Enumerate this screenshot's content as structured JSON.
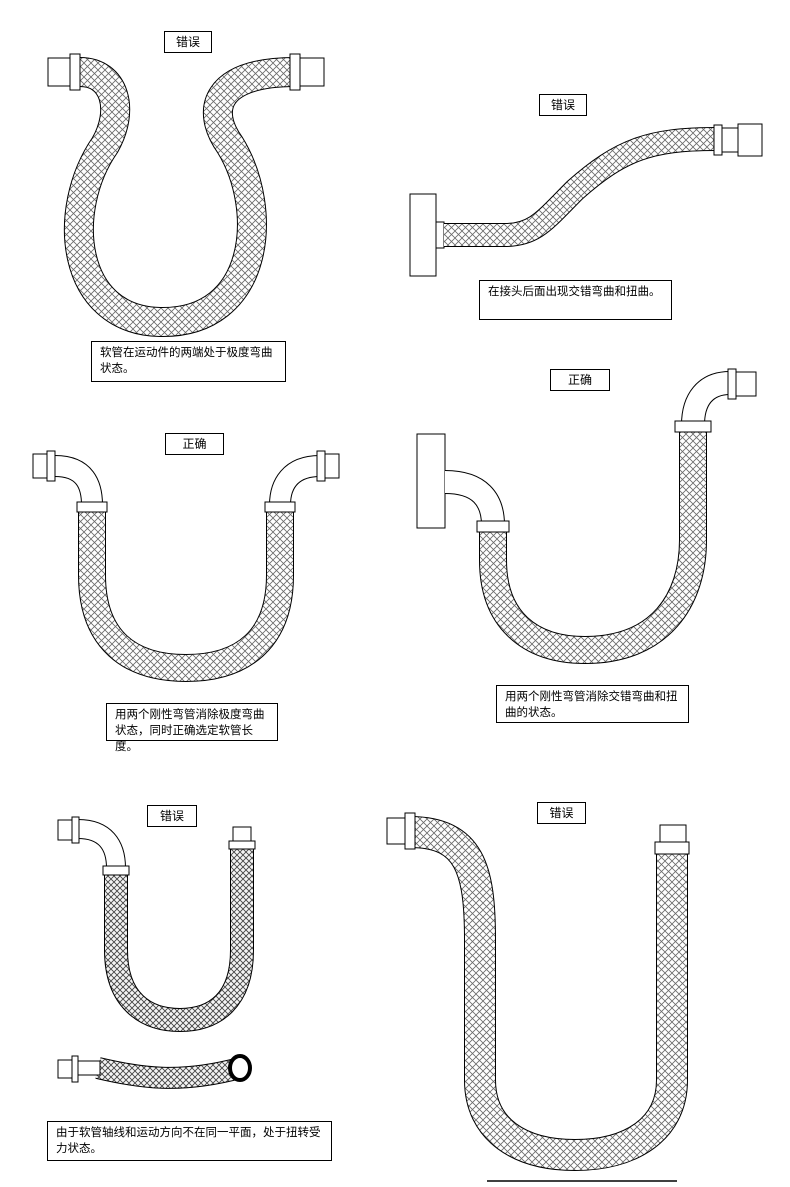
{
  "panels": [
    {
      "status": "错误",
      "caption": "软管在运动件的两端处于极度弯曲状态。"
    },
    {
      "status": "错误",
      "caption": "在接头后面出现交错弯曲和扭曲。"
    },
    {
      "status": "正确",
      "caption": "用两个刚性弯管消除极度弯曲状态，同时正确选定软管长度。"
    },
    {
      "status": "正确",
      "caption": "用两个刚性弯管消除交错弯曲和扭曲的状态。"
    },
    {
      "status": "错误",
      "caption": "由于软管轴线和运动方向不在同一平面，处于扭转受力状态。"
    },
    {
      "status": "错误",
      "caption": ""
    }
  ],
  "colors": {
    "line": "#000000",
    "hose_mesh": "#555555",
    "fitting": "#ffffff"
  }
}
